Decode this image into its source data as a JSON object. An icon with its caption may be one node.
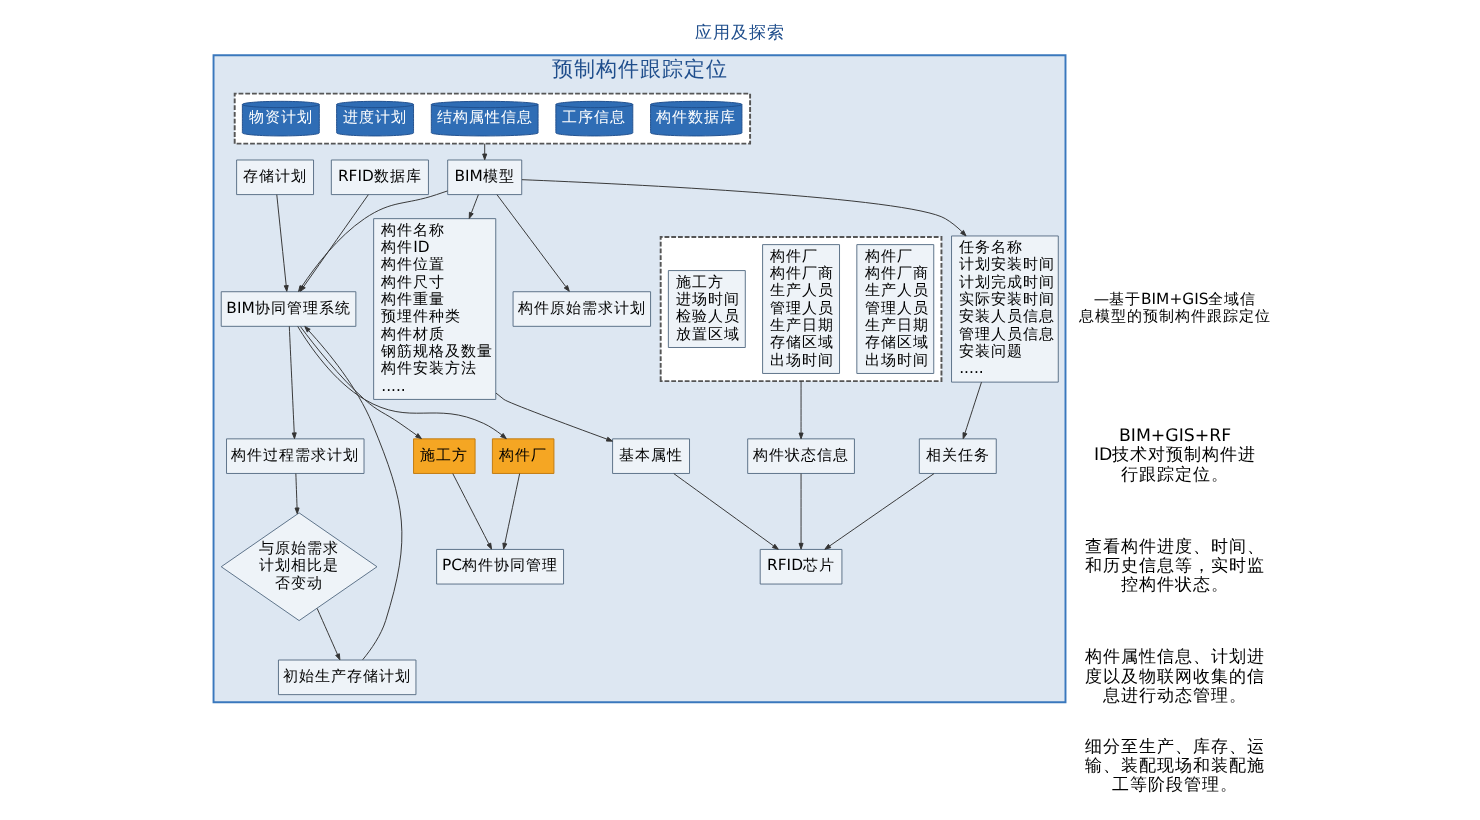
{
  "diagram": {
    "title": "应用及探索",
    "nodes": [
      {
        "text": [
          "预制构件跟踪定位"
        ]
      },
      {
        "text": [],
        "shape": "box",
        "in": 0
      },
      {
        "text": [
          "构件数据库"
        ],
        "in": 1
      },
      {
        "text": [
          "工序信息"
        ],
        "in": 1
      },
      {
        "text": [
          "结构属性信息"
        ],
        "in": 1
      },
      {
        "text": [
          "进度计划"
        ],
        "in": 1
      },
      {
        "text": [
          "物资计划"
        ],
        "in": 1
      },
      {
        "text": [
          "BIM模型"
        ],
        "in": 0
      },
      {
        "text": [
          "构件原始需求计划"
        ],
        "in": 0
      },
      {
        "text": [
          "任务名称",
          "计划安装时间",
          "计划完成时间",
          "实际安装时间",
          "安装人员信息",
          "管理人员信息",
          "安装问题",
          "....."
        ],
        "in": 0
      },
      {
        "text": [
          "构件名称",
          "构件ID",
          "构件位置",
          "构件尺寸",
          "构件重量",
          "预埋件种类",
          "构件材质",
          "钢筋规格及数量",
          "构件安装方法",
          "....."
        ],
        "in": 0
      },
      {
        "text": [
          "RFID数据库"
        ],
        "in": 0
      },
      {
        "text": [
          "BIM协同管理系统"
        ],
        "in": 0
      },
      {
        "text": [
          "RFID芯片"
        ],
        "in": 0
      },
      {
        "text": [
          "施工方"
        ],
        "in": 0
      },
      {
        "text": [
          "构件厂"
        ],
        "in": 0
      },
      {
        "text": [
          "PC构件协同管理"
        ],
        "in": 0
      },
      {
        "text": [
          "构件过程需求计划"
        ],
        "in": 0
      },
      {
        "text": [
          "与原始需求计划相比是否变动"
        ],
        "in": 0
      },
      {
        "text": [
          "构件状态信息"
        ],
        "in": 0
      },
      {
        "text": [
          "基本属性"
        ],
        "in": 0
      },
      {
        "text": [
          "相关任务"
        ],
        "in": 0
      },
      {
        "text": [],
        "shape": "box",
        "in": 0
      },
      {
        "text": [
          "构件厂",
          "构件厂商",
          "生产人员",
          "管理人员",
          "生产日期",
          "存储区域",
          "出场时间"
        ],
        "in": 22
      },
      {
        "text": [
          "构件厂",
          "构件厂商",
          "生产人员",
          "管理人员",
          "生产日期",
          "存储区域",
          "出场时间"
        ],
        "in": 22
      },
      {
        "text": [
          "施工方",
          "进场时间",
          "检验人员",
          "放置区域"
        ],
        "in": 22
      },
      {
        "text": [
          "初始生产存储计划"
        ],
        "in": 0
      },
      {
        "text": [
          "存储计划"
        ],
        "in": 0
      }
    ],
    "edges": [
      {
        "from": 1,
        "to": 7,
        "arrow": "to"
      },
      {
        "from": 7,
        "to": 8,
        "arrow": "to"
      },
      {
        "from": 7,
        "to": 9,
        "arrow": "to"
      },
      {
        "from": 7,
        "to": 10,
        "arrow": "to"
      },
      {
        "from": 7,
        "to": 12,
        "arrow": "to"
      },
      {
        "from": 11,
        "to": 12,
        "arrow": "to"
      },
      {
        "from": 10,
        "to": 20,
        "arrow": "to"
      },
      {
        "from": 9,
        "to": 21,
        "arrow": "to"
      },
      {
        "from": 20,
        "to": 13,
        "arrow": "to"
      },
      {
        "from": 21,
        "to": 13,
        "arrow": "to"
      },
      {
        "from": 19,
        "to": 13,
        "arrow": "to"
      },
      {
        "from": 22,
        "to": 19,
        "arrow": "to"
      },
      {
        "from": 12,
        "to": 14,
        "arrow": "to"
      },
      {
        "from": 12,
        "to": 15,
        "arrow": "to"
      },
      {
        "from": 14,
        "to": 16,
        "arrow": "to"
      },
      {
        "from": 15,
        "to": 16,
        "arrow": "to"
      },
      {
        "from": 12,
        "to": 17,
        "arrow": "to"
      },
      {
        "from": 17,
        "to": 18,
        "arrow": "to"
      },
      {
        "from": 18,
        "to": 26,
        "arrow": "to"
      },
      {
        "from": 26,
        "to": 12,
        "arrow": "to"
      },
      {
        "from": 27,
        "to": 12,
        "arrow": "to"
      }
    ],
    "labels": [
      "—基于BIM+GIS全域信息模型的预制构件跟踪定位",
      "BIM+GIS+RFID技术对预制构件进行跟踪定位。",
      "查看构件进度、时间、和历史信息等，实时监控构件状态。",
      "构件属性信息、计划进度以及物联网收集的信息进行动态管理。",
      "细分至生产、库存、运输、装配现场和装配施工等阶段管理。"
    ]
  }
}
